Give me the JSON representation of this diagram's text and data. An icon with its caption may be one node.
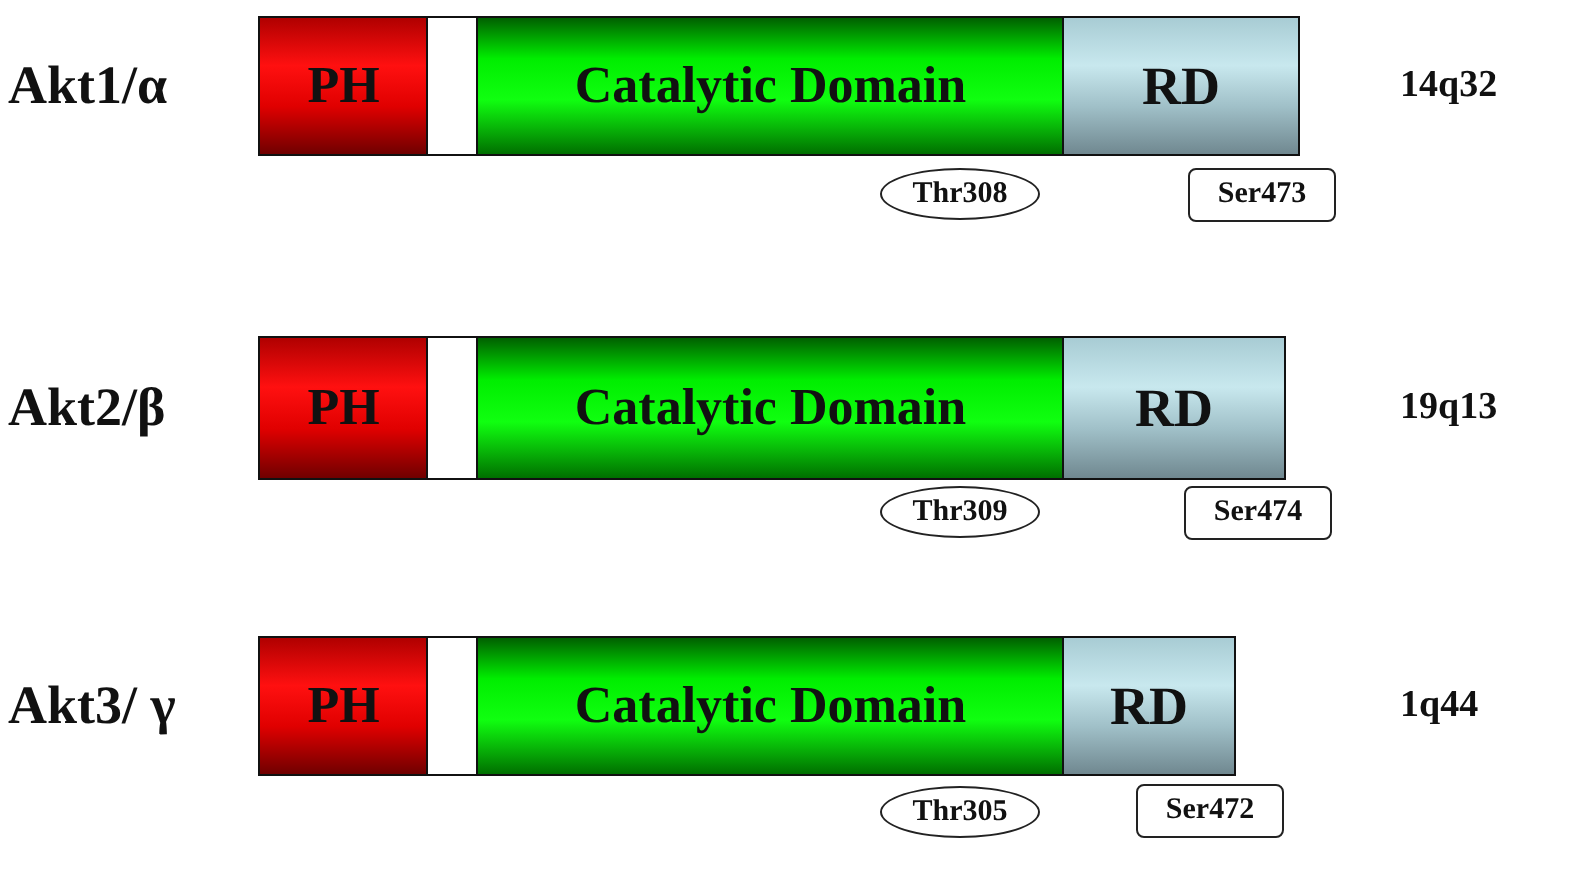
{
  "diagram": {
    "nodes": [
      {
        "text": [
          "PH"
        ]
      },
      {
        "text": [],
        "shape": "box"
      },
      {
        "text": [
          "Catalytic Domain"
        ]
      },
      {
        "text": [
          "RD"
        ]
      },
      {
        "text": [
          "Thr308"
        ]
      },
      {
        "text": [
          "Ser473"
        ]
      },
      {
        "text": [
          "PH"
        ]
      },
      {
        "text": [],
        "shape": "box"
      },
      {
        "text": [
          "Catalytic Domain"
        ]
      },
      {
        "text": [
          "RD"
        ]
      },
      {
        "text": [
          "Thr309"
        ]
      },
      {
        "text": [
          "Ser474"
        ]
      },
      {
        "text": [
          "PH"
        ]
      },
      {
        "text": [],
        "shape": "box"
      },
      {
        "text": [
          "Catalytic Domain"
        ]
      },
      {
        "text": [
          "RD"
        ]
      },
      {
        "text": [
          "Thr305"
        ]
      },
      {
        "text": [
          "Ser472"
        ]
      }
    ],
    "labels": [
      "Akt1/α",
      "14q32",
      "Akt2/β",
      "19q13",
      "Akt3/ γ",
      "1q44"
    ]
  }
}
